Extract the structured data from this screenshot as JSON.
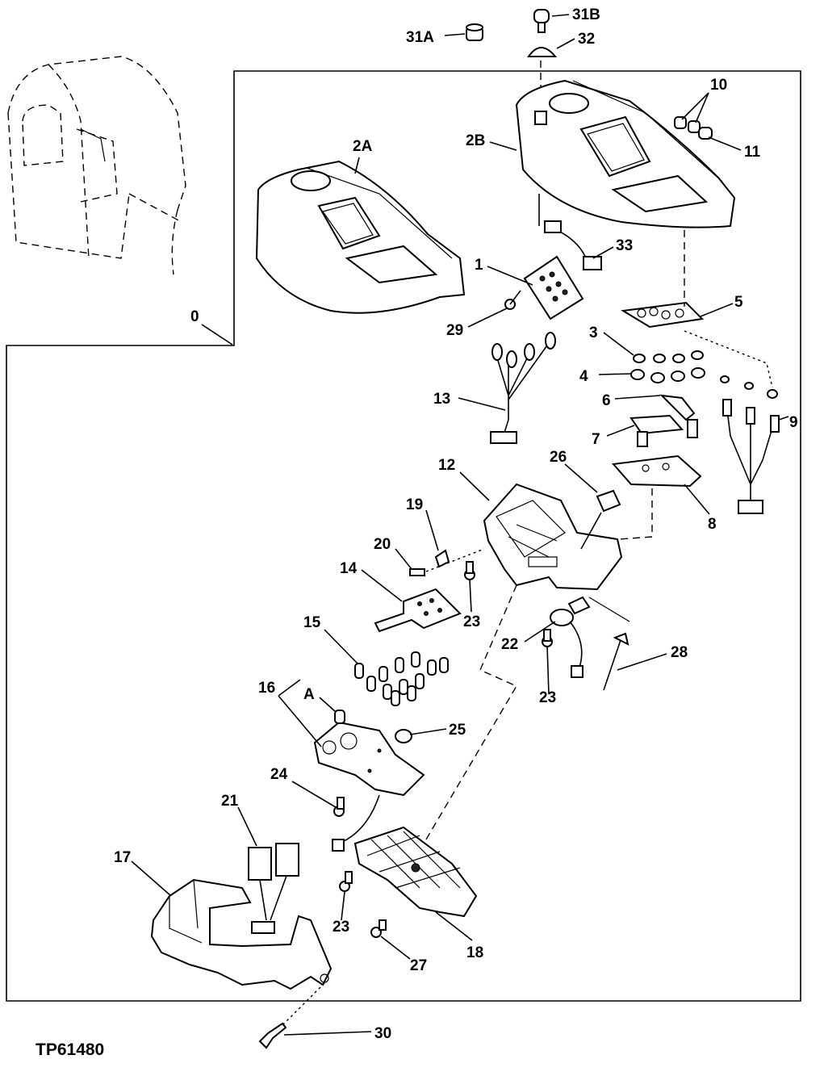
{
  "figure_id": "TP61480",
  "callouts": {
    "c31a": "31A",
    "c31b": "31B",
    "c32": "32",
    "c2a": "2A",
    "c2b": "2B",
    "c10": "10",
    "c11": "11",
    "c0": "0",
    "c1": "1",
    "c33": "33",
    "c29": "29",
    "c5": "5",
    "c3": "3",
    "c4": "4",
    "c13": "13",
    "c6": "6",
    "c7": "7",
    "c9": "9",
    "c12": "12",
    "c26": "26",
    "c8": "8",
    "c19": "19",
    "c20": "20",
    "c14": "14",
    "c23a": "23",
    "c22": "22",
    "c28": "28",
    "c15": "15",
    "c23b": "23",
    "c16": "16",
    "cA": "A",
    "c25": "25",
    "c24": "24",
    "c21": "21",
    "c17": "17",
    "c23c": "23",
    "c18": "18",
    "c27": "27",
    "c30": "30"
  }
}
